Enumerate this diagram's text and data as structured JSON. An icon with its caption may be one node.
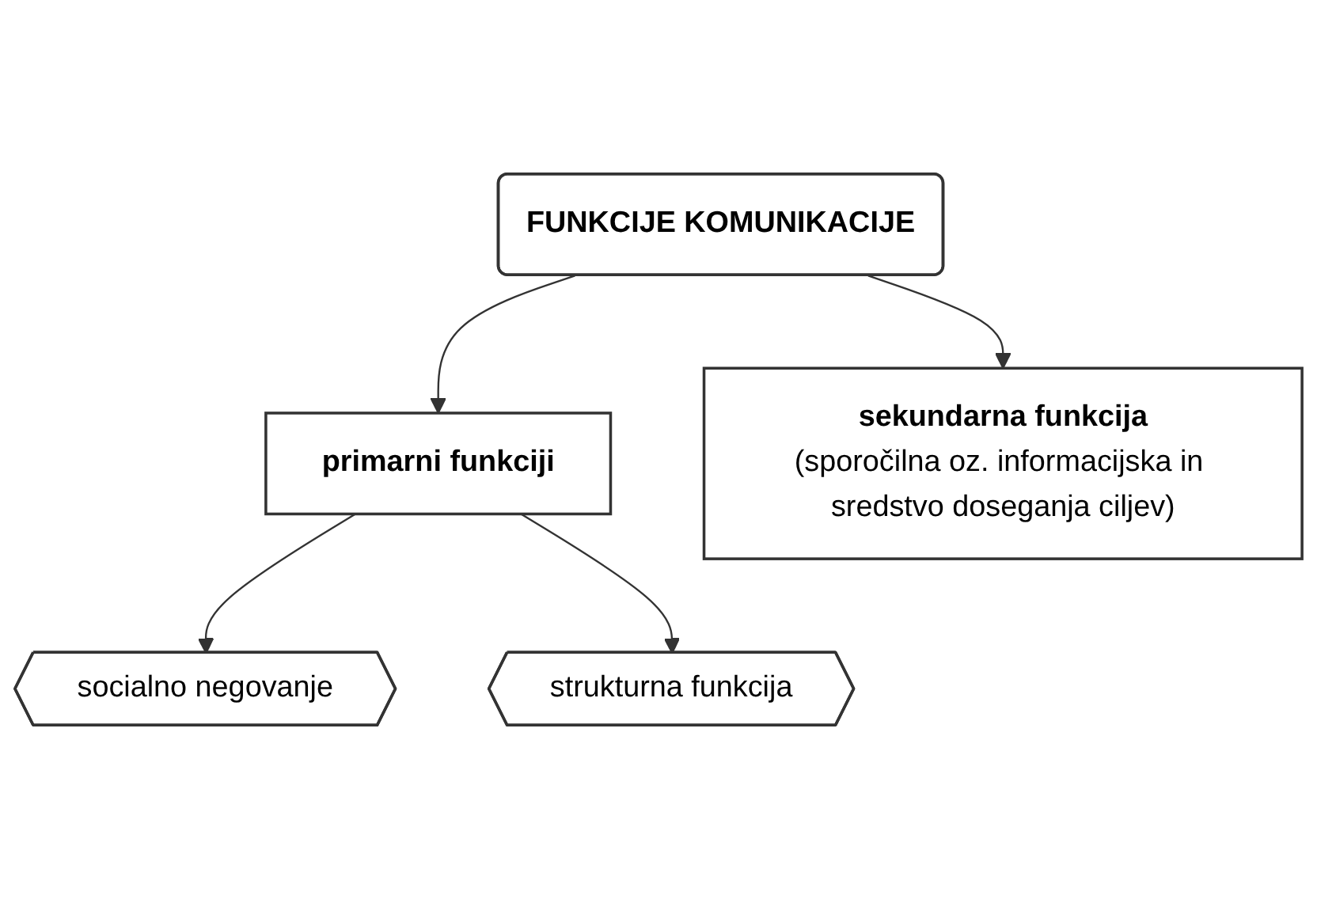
{
  "diagram": {
    "nodes": [
      {
        "text": [
          "FUNKCIJE KOMUNIKACIJE"
        ]
      },
      {
        "text": [
          "primarni funkciji"
        ]
      },
      {
        "text": [
          "sekundarna funkcija",
          "(sporočilna oz. informacijska in sredstvo doseganja ciljev)"
        ]
      },
      {
        "text": [
          "socialno negovanje"
        ]
      },
      {
        "text": [
          "strukturna funkcija"
        ]
      }
    ],
    "edges": [
      {
        "from": 0,
        "to": 1,
        "arrow": "to"
      },
      {
        "from": 0,
        "to": 2,
        "arrow": "to"
      },
      {
        "from": 1,
        "to": 3,
        "arrow": "to"
      },
      {
        "from": 1,
        "to": 4,
        "arrow": "to"
      }
    ]
  }
}
